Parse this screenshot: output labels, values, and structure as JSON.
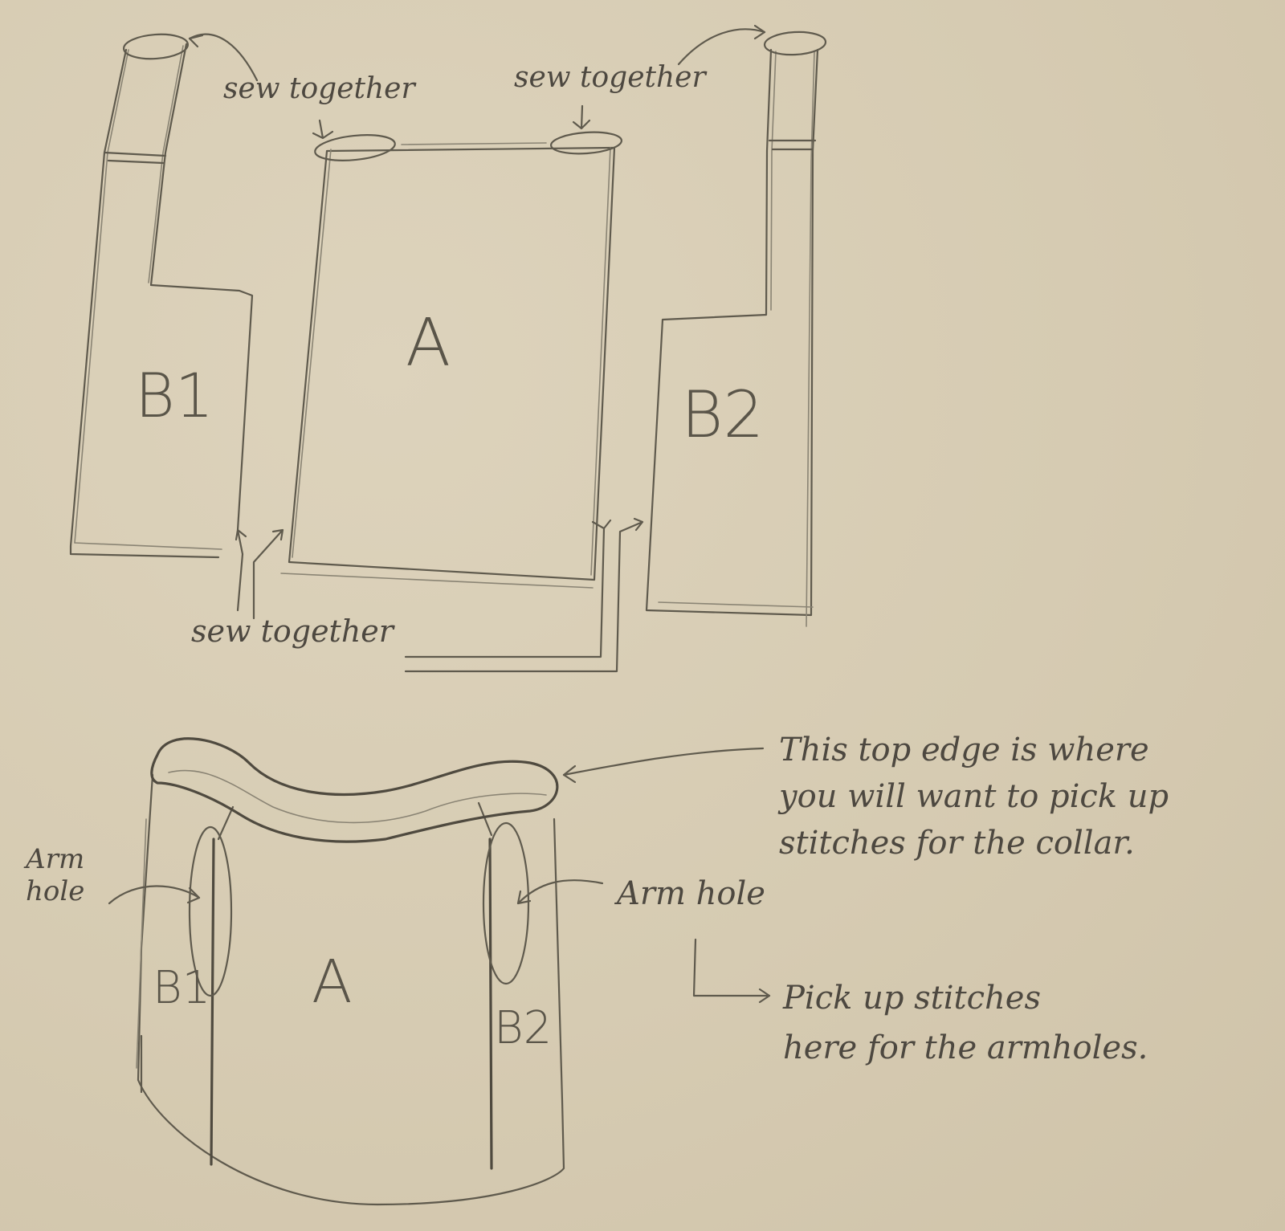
{
  "flat_layout": {
    "pieces": {
      "b1": "B1",
      "a": "A",
      "b2": "B2"
    },
    "sew_together_labels": [
      "sew together",
      "sew together",
      "sew together"
    ]
  },
  "assembled_view": {
    "pieces": {
      "b1": "B1",
      "a": "A",
      "b2": "B2"
    },
    "arm_hole_left": "Arm\nhole",
    "arm_hole_right": "Arm hole",
    "collar_note": "This top edge is where\nyou will want to pick up\nstitches for the collar.",
    "armhole_note": "Pick up stitches\nhere for the armholes."
  }
}
